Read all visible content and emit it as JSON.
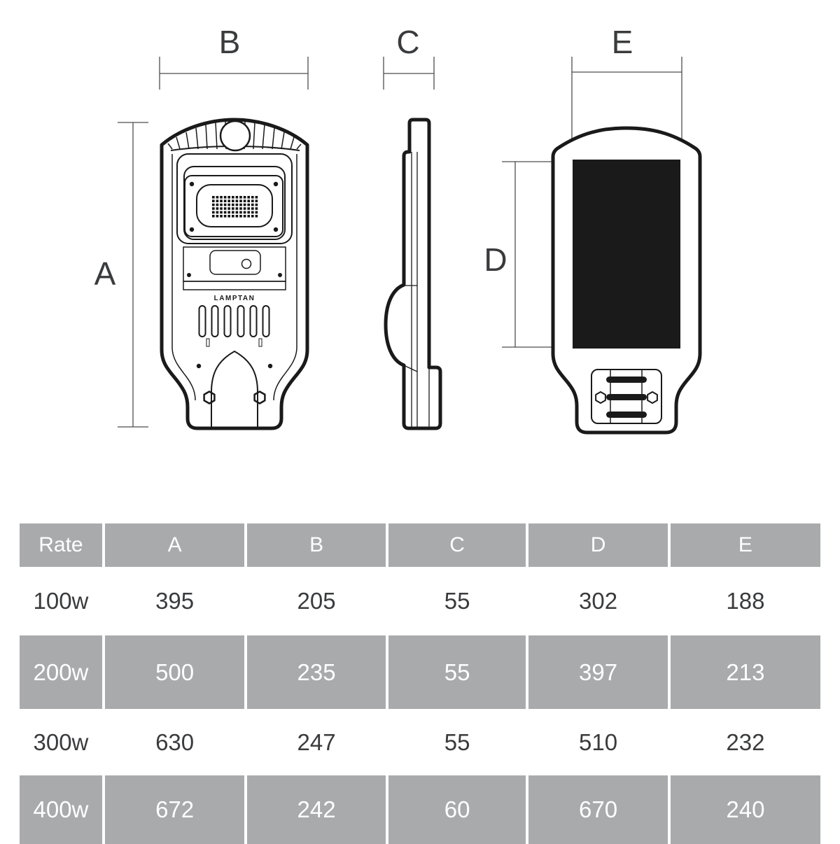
{
  "drawing": {
    "dim_labels": {
      "a": "A",
      "b": "B",
      "c": "C",
      "d": "D",
      "e": "E"
    },
    "brand": "LAMPTAN"
  },
  "table": {
    "headers": [
      "Rate",
      "A",
      "B",
      "C",
      "D",
      "E"
    ],
    "rows": [
      {
        "label": "100w",
        "values": [
          "395",
          "205",
          "55",
          "302",
          "188"
        ]
      },
      {
        "label": "200w",
        "values": [
          "500",
          "235",
          "55",
          "397",
          "213"
        ]
      },
      {
        "label": "300w",
        "values": [
          "630",
          "247",
          "55",
          "510",
          "232"
        ]
      },
      {
        "label": "400w",
        "values": [
          "672",
          "242",
          "60",
          "670",
          "240"
        ]
      }
    ]
  },
  "colors": {
    "table_gray": "#a8aaab",
    "text_dark": "#3a3b3d",
    "line_black": "#1a1a1a",
    "dim_line": "#4d4d4d"
  }
}
